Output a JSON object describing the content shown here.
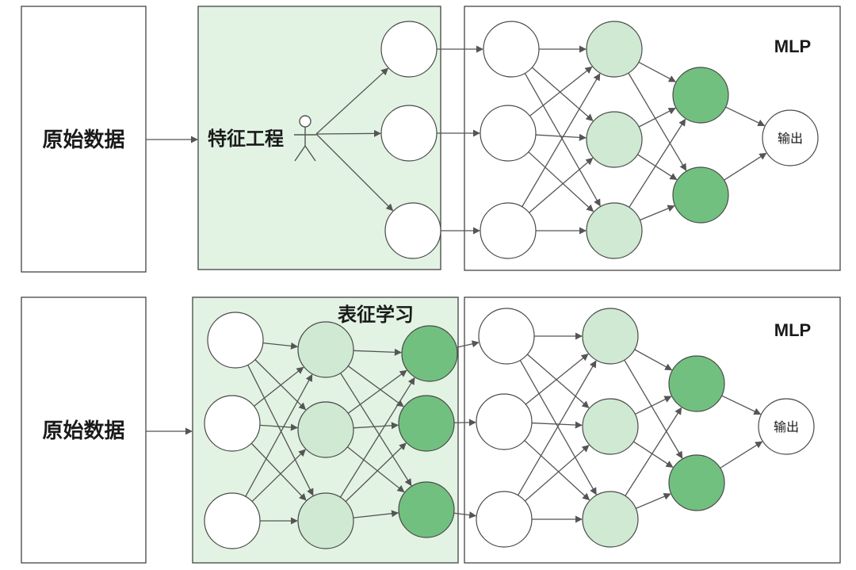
{
  "colors": {
    "white": "#ffffff",
    "light_green": "#cfe9d2",
    "dark_green": "#72c07f",
    "panel_green": "#e2f3e3",
    "border": "#444444"
  },
  "top": {
    "raw_label": "原始数据",
    "fe_label": "特征工程",
    "mlp_label": "MLP",
    "output_label": "输出"
  },
  "bottom": {
    "raw_label": "原始数据",
    "rl_label": "表征学习",
    "mlp_label": "MLP",
    "output_label": "输出"
  },
  "icons": {
    "person": "stick-figure-person-icon"
  }
}
